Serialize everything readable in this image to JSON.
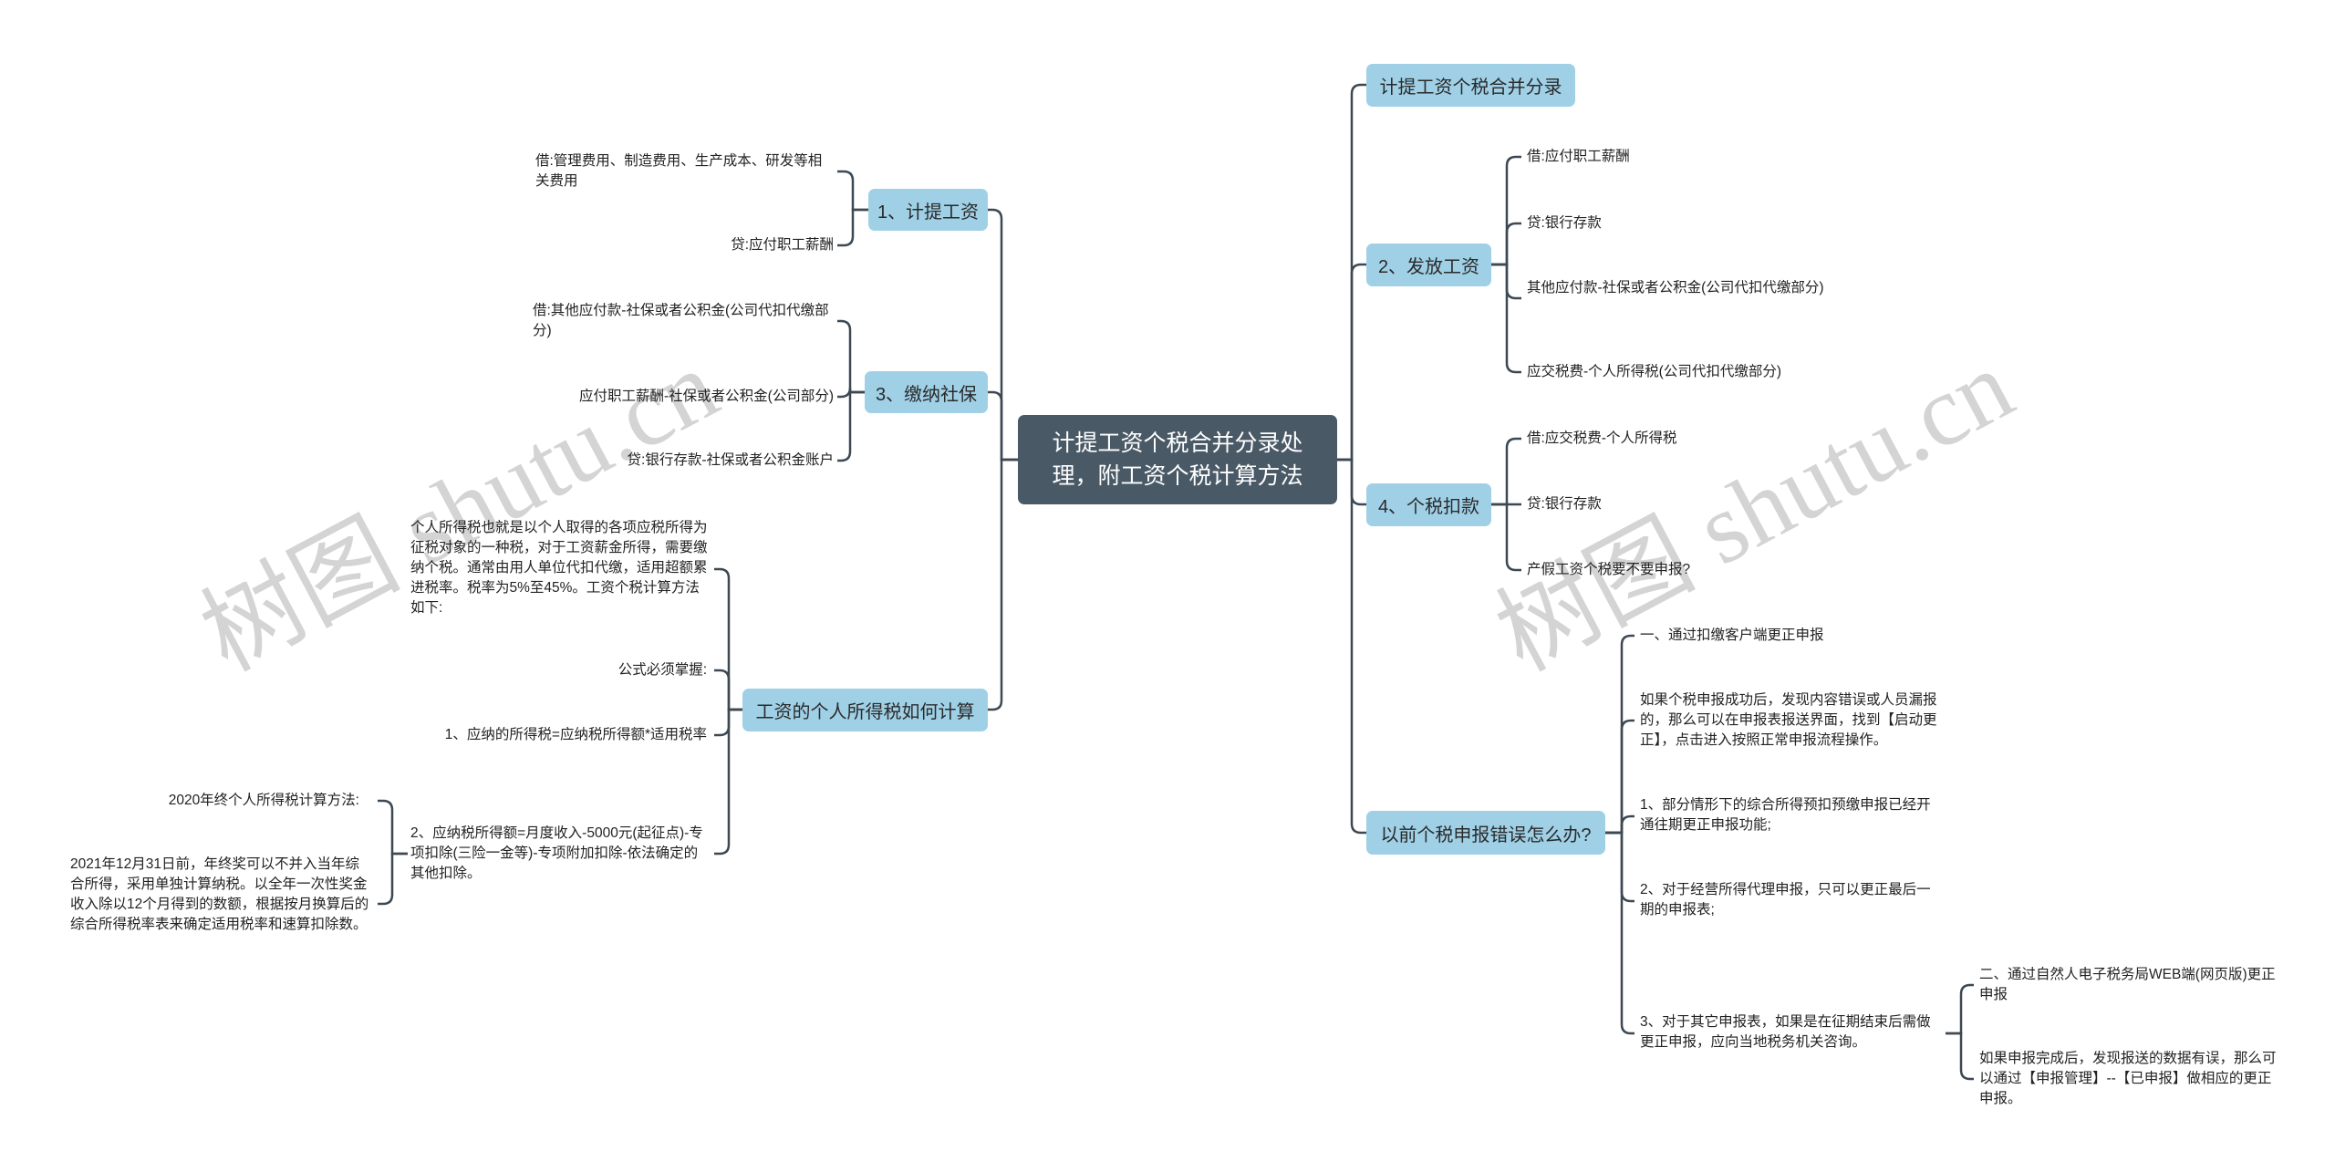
{
  "center": {
    "line1": "计提工资个税合并分录处",
    "line2": "理，附工资个税计算方法"
  },
  "right": [
    {
      "label": "计提工资个税合并分录",
      "children": []
    },
    {
      "label": "2、发放工资",
      "children": [
        "借:应付职工薪酬",
        "贷:银行存款",
        "其他应付款-社保或者公积金(公司代扣代缴部分)",
        "应交税费-个人所得税(公司代扣代缴部分)"
      ]
    },
    {
      "label": "4、个税扣款",
      "children": [
        "借:应交税费-个人所得税",
        "贷:银行存款",
        "产假工资个税要不要申报?"
      ]
    },
    {
      "label": "以前个税申报错误怎么办?",
      "children": [
        "一、通过扣缴客户端更正申报",
        "如果个税申报成功后，发现内容错误或人员漏报的，那么可以在申报表报送界面，找到【启动更正】，点击进入按照正常申报流程操作。",
        "1、部分情形下的综合所得预扣预缴申报已经开通往期更正申报功能;",
        "2、对于经营所得代理申报，只可以更正最后一期的申报表;",
        "3、对于其它申报表，如果是在征期结束后需做更正申报，应向当地税务机关咨询。"
      ],
      "sub_children": [
        "二、通过自然人电子税务局WEB端(网页版)更正申报",
        "如果申报完成后，发现报送的数据有误，那么可以通过【申报管理】--【已申报】做相应的更正申报。"
      ]
    }
  ],
  "left": [
    {
      "label": "1、计提工资",
      "children": [
        "借:管理费用、制造费用、生产成本、研发等相关费用",
        "贷:应付职工薪酬"
      ]
    },
    {
      "label": "3、缴纳社保",
      "children": [
        "借:其他应付款-社保或者公积金(公司代扣代缴部分)",
        "应付职工薪酬-社保或者公积金(公司部分)",
        "贷:银行存款-社保或者公积金账户"
      ]
    },
    {
      "label": "工资的个人所得税如何计算",
      "children": [
        "个人所得税也就是以个人取得的各项应税所得为征税对象的一种税，对于工资薪金所得，需要缴纳个税。通常由用人单位代扣代缴，适用超额累进税率。税率为5%至45%。工资个税计算方法如下:",
        "公式必须掌握:",
        "1、应纳的所得税=应纳税所得额*适用税率",
        "2、应纳税所得额=月度收入-5000元(起征点)-专项扣除(三险一金等)-专项附加扣除-依法确定的其他扣除。"
      ],
      "sub_children": [
        "2020年终个人所得税计算方法:",
        "2021年12月31日前，年终奖可以不并入当年综合所得，采用单独计算纳税。以全年一次性奖金收入除以12个月得到的数额，根据按月换算后的综合所得税率表来确定适用税率和速算扣除数。"
      ]
    }
  ],
  "watermark": "树图 shutu.cn",
  "colors": {
    "node": "#9fd0e6",
    "center": "#4a5966",
    "line": "#3c4853"
  }
}
